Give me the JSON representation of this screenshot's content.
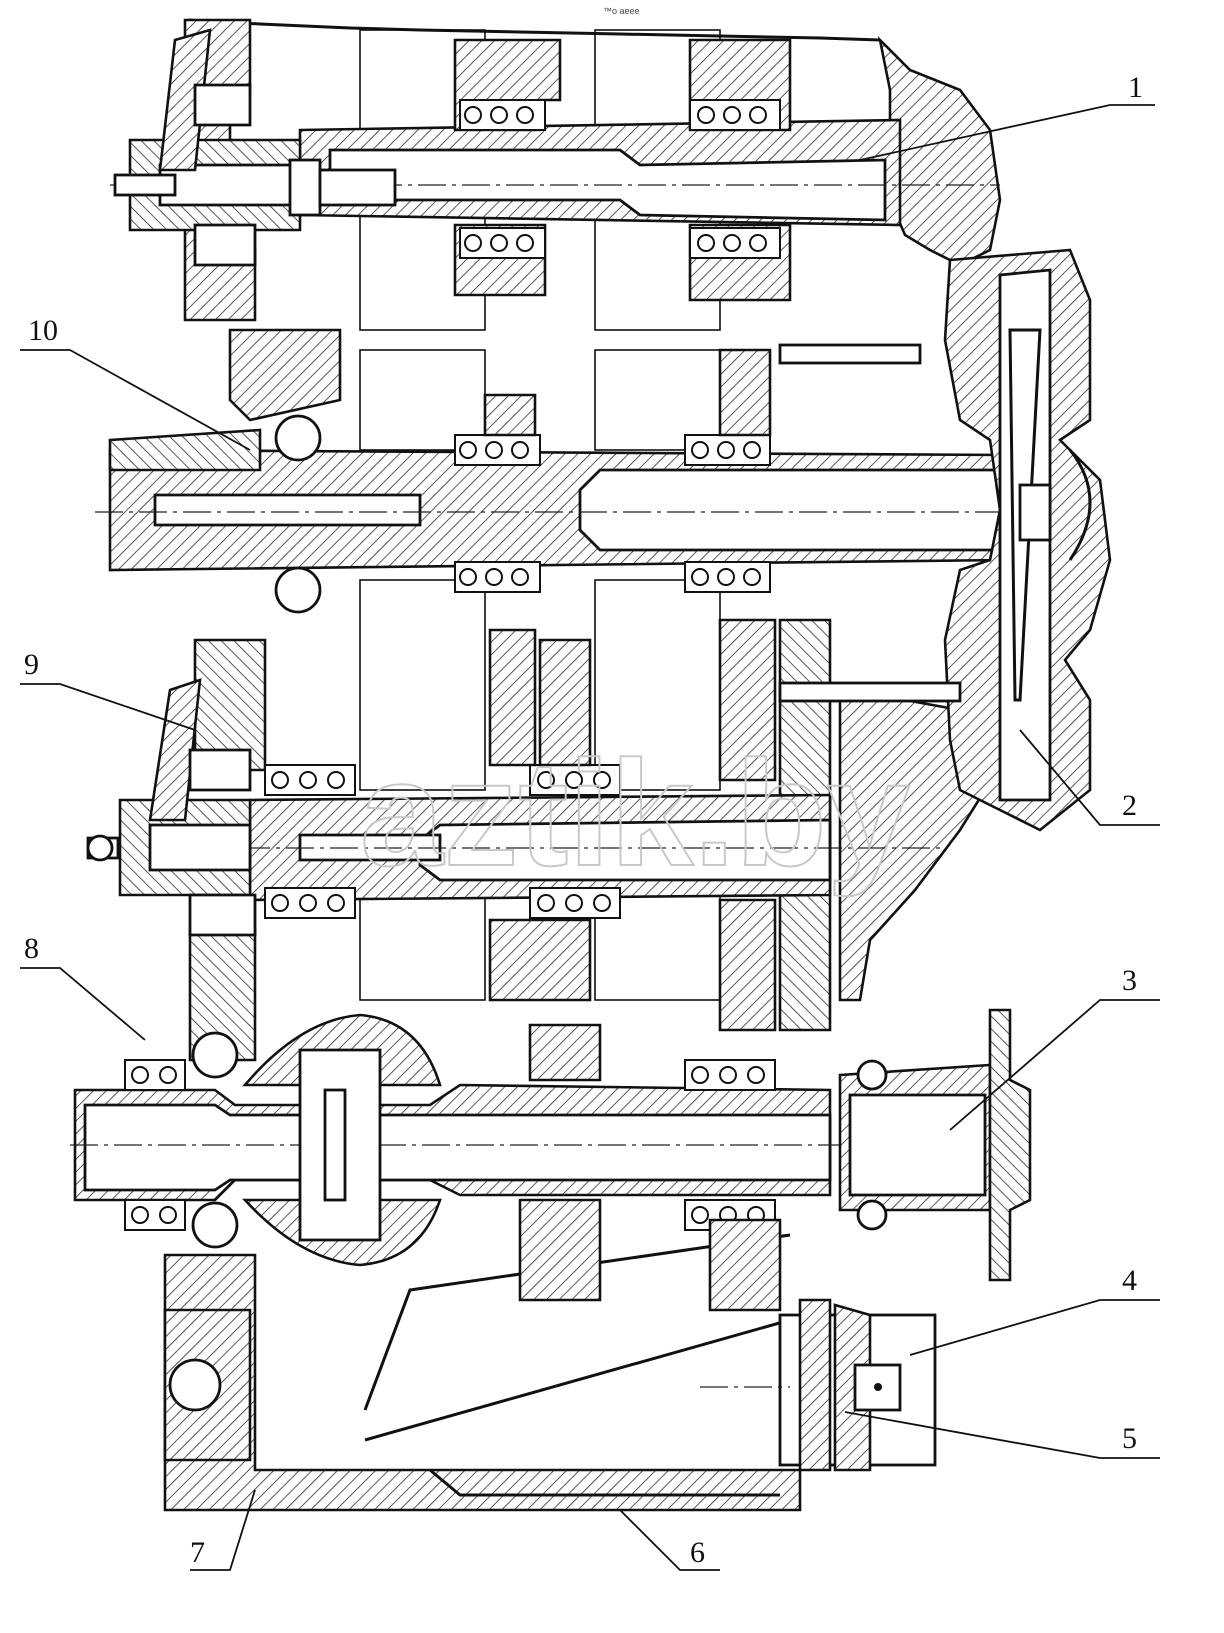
{
  "top_mark": "™o aeee",
  "watermark": "aztik.by",
  "callouts": [
    {
      "id": "1",
      "label": "1"
    },
    {
      "id": "2",
      "label": "2"
    },
    {
      "id": "3",
      "label": "3"
    },
    {
      "id": "4",
      "label": "4"
    },
    {
      "id": "5",
      "label": "5"
    },
    {
      "id": "6",
      "label": "6"
    },
    {
      "id": "7",
      "label": "7"
    },
    {
      "id": "8",
      "label": "8"
    },
    {
      "id": "9",
      "label": "9"
    },
    {
      "id": "10",
      "label": "10"
    }
  ]
}
